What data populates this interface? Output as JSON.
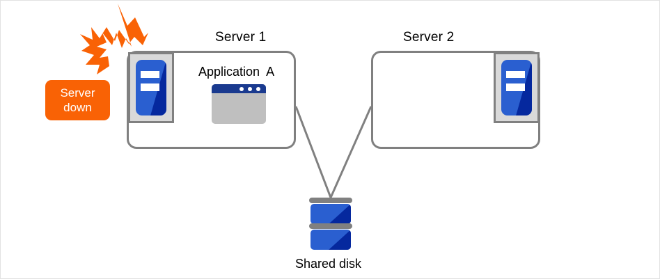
{
  "diagram": {
    "title_hidden": "",
    "background_color": "#ffffff",
    "border_color": "#e2e2e2"
  },
  "palette": {
    "server_box_border": "#808080",
    "icon_blue_light": "#2a5fd0",
    "icon_blue_dark": "#05289e",
    "icon_frame_gray": "#808080",
    "icon_fill_gray": "#d9d9d9",
    "app_titlebar": "#1a3a8f",
    "app_body": "#bfbfbf",
    "alert_orange": "#f96205",
    "connector_gray": "#808080",
    "text_color": "#000000"
  },
  "nodes": {
    "server1": {
      "caption": "Server 1",
      "icon_name": "server-machine-icon",
      "app": {
        "label": "Application  A",
        "icon_name": "application-window-icon",
        "window_dots": 3
      }
    },
    "server2": {
      "caption": "Server 2",
      "icon_name": "server-machine-icon",
      "app": null
    },
    "shared_disk": {
      "label": "Shared disk",
      "icon_name": "disk-stack-icon",
      "platters": 2
    },
    "alert": {
      "label_line1": "Server",
      "label_line2": "down",
      "badge_color": "#f96205",
      "burst_icon_name": "lightning-burst-icon",
      "burst_color": "#f96205"
    }
  },
  "connectors": [
    {
      "name": "server1-to-disk",
      "from": "server1",
      "to": "shared_disk"
    },
    {
      "name": "server2-to-disk",
      "from": "server2",
      "to": "shared_disk"
    }
  ]
}
